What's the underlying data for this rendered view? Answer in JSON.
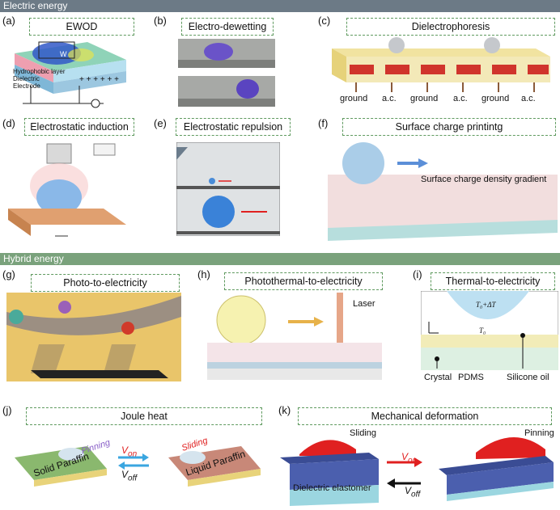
{
  "sections": {
    "electric": "Electric energy",
    "hybrid": "Hybrid energy"
  },
  "panels": {
    "a": {
      "letter": "(a)",
      "title": "EWOD",
      "layers": [
        "Hydrophobic layer",
        "Dielectric",
        "Electrode"
      ],
      "w_label": "W"
    },
    "b": {
      "letter": "(b)",
      "title": "Electro-dewetting"
    },
    "c": {
      "letter": "(c)",
      "title": "Dielectrophoresis",
      "electrodes": [
        "ground",
        "a.c.",
        "ground",
        "a.c.",
        "ground",
        "a.c."
      ]
    },
    "d": {
      "letter": "(d)",
      "title": "Electrostatic induction"
    },
    "e": {
      "letter": "(e)",
      "title": "Electrostatic repulsion"
    },
    "f": {
      "letter": "(f)",
      "title": "Surface charge printintg",
      "gradient_label": "Surface charge density gradient"
    },
    "g": {
      "letter": "(g)",
      "title": "Photo-to-electricity"
    },
    "h": {
      "letter": "(h)",
      "title": "Photothermal-to-electricity",
      "laser_label": "Laser"
    },
    "i": {
      "letter": "(i)",
      "title": "Thermal-to-electricity",
      "temp_top": "T₀+ΔT",
      "temp_layer": "T₀",
      "labels": [
        "Crystal",
        "PDMS",
        "Silicone oil"
      ]
    },
    "j": {
      "letter": "(j)",
      "title": "Joule heat",
      "left_state": "Pinning",
      "left_material": "Solid Paraffin",
      "right_state": "Sliding",
      "right_material": "Liquid Paraffin",
      "v_on": "V",
      "v_on_sub": "on",
      "v_off": "V",
      "v_off_sub": "off"
    },
    "k": {
      "letter": "(k)",
      "title": "Mechanical deformation",
      "left_state": "Sliding",
      "right_state": "Pinning",
      "material": "Dielectric elastomer",
      "v_on": "V",
      "v_on_sub": "on",
      "v_off": "V",
      "v_off_sub": "off"
    }
  },
  "colors": {
    "section_grey": "#6c7a86",
    "section_green": "#7aa27c",
    "title_border": "#5f9a5f",
    "droplet_red": "#e0282a",
    "droplet_blue": "#5b8fd8",
    "arrow_red": "#e02020",
    "arrow_blue": "#3aa6e0"
  }
}
